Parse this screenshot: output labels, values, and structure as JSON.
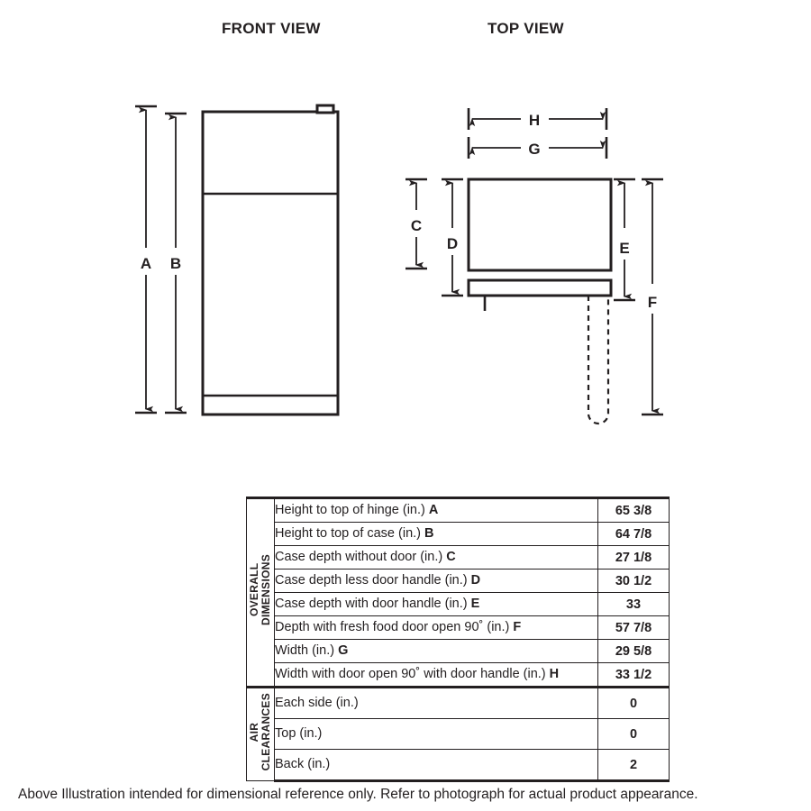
{
  "views": {
    "front_title": "FRONT VIEW",
    "top_title": "TOP VIEW"
  },
  "dimension_markers": {
    "a": "A",
    "b": "B",
    "c": "C",
    "d": "D",
    "e": "E",
    "f": "F",
    "g": "G",
    "h": "H"
  },
  "table": {
    "groups": [
      {
        "name": "OVERALL\nDIMENSIONS",
        "rows": [
          {
            "label": "Height to top of hinge (in.) ",
            "marker": "A",
            "value": "65 3/8"
          },
          {
            "label": "Height to top of case (in.) ",
            "marker": "B",
            "value": "64 7/8"
          },
          {
            "label": "Case depth without door (in.) ",
            "marker": "C",
            "value": "27 1/8"
          },
          {
            "label": "Case depth less door handle (in.) ",
            "marker": "D",
            "value": "30 1/2"
          },
          {
            "label": "Case depth with door handle (in.) ",
            "marker": "E",
            "value": "33"
          },
          {
            "label": "Depth with fresh food door open 90˚ (in.) ",
            "marker": "F",
            "value": "57 7/8"
          },
          {
            "label": "Width (in.) ",
            "marker": "G",
            "value": "29 5/8"
          },
          {
            "label": "Width with door open 90˚ with door handle (in.) ",
            "marker": "H",
            "value": "33 1/2"
          }
        ]
      },
      {
        "name": "AIR\nCLEARANCES",
        "rows": [
          {
            "label": "Each side (in.)",
            "marker": "",
            "value": "0"
          },
          {
            "label": "Top (in.)",
            "marker": "",
            "value": "0"
          },
          {
            "label": "Back (in.)",
            "marker": "",
            "value": "2"
          }
        ]
      }
    ]
  },
  "footer": {
    "note": "Above Illustration intended for dimensional reference only. Refer to photograph for actual product appearance."
  },
  "colors": {
    "ink": "#231f20",
    "background": "#ffffff"
  }
}
